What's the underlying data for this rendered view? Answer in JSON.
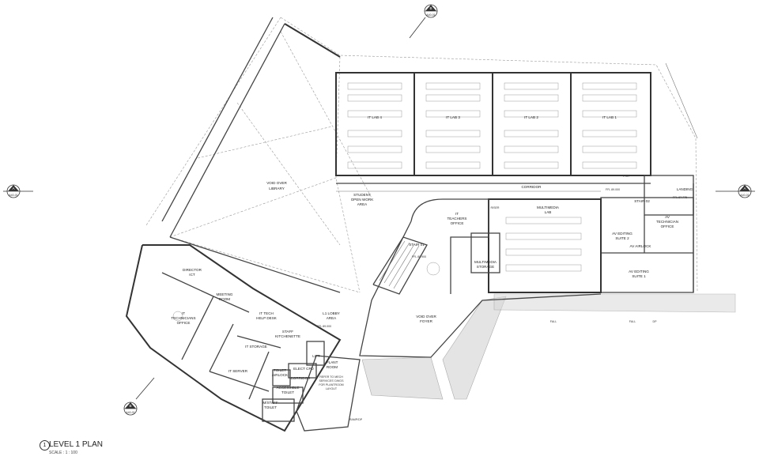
{
  "drawing": {
    "title": "LEVEL 1 PLAN",
    "scale": "SCALE : 1 : 100",
    "view_number": "1"
  },
  "section_markers": {
    "a_left": {
      "letter": "A",
      "sheet": "A40-01"
    },
    "a_right": {
      "letter": "A",
      "sheet": "A40-01"
    },
    "b_top": {
      "letter": "B",
      "sheet": "A40-01"
    },
    "b_bottom": {
      "letter": "B",
      "sheet": "A40-01"
    }
  },
  "rooms": {
    "it_lab_4": "IT LAB 4",
    "it_lab_3": "IT LAB 3",
    "it_lab_2": "IT LAB 2",
    "it_lab_1": "IT LAB 1",
    "corridor_top": "CORRIDOR",
    "void_library_1": "VOID OVER",
    "void_library_2": "LIBRARY",
    "student_1": "STUDENT",
    "student_2": "OPEN WORK",
    "student_3": "AREA",
    "it_teachers_1": "IT",
    "it_teachers_2": "TEACHERS",
    "it_teachers_3": "OFFICE",
    "riser": "RISER",
    "multimedia_lab_1": "MULTIMEDIA",
    "multimedia_lab_2": "LAB",
    "multimedia_storage_1": "MULTIMEDIA",
    "multimedia_storage_2": "STORAGE",
    "stair_01": "STAIR 01",
    "ffl_stair": "FFL 88.900",
    "ffl_corridor": "FFL 89.000",
    "ffl_landing": "FFL 87.775",
    "fhr": "FHR",
    "landing": "LANDING",
    "stair_02": "STAIR 02",
    "av_tech_1": "AV",
    "av_tech_2": "TECHNICIAN",
    "av_tech_3": "OFFICE",
    "av_suite2_1": "AV EDITING",
    "av_suite2_2": "SUITE 2",
    "av_airlock": "AV AIRLOCK",
    "av_suite1_1": "AV EDITING",
    "av_suite1_2": "SUITE 1",
    "director_1": "DIRECTOR",
    "director_2": "ICT",
    "meeting_1": "MEETING",
    "meeting_2": "ROOM",
    "it_tech_1": "IT",
    "it_tech_2": "TECHNICIANS",
    "it_tech_3": "OFFICE",
    "help_desk_1": "IT TECH",
    "help_desk_2": "HELP DESK",
    "lobby_1": "L1 LOBBY",
    "lobby_2": "AREA",
    "ffl_lobby": "FFL 89.000",
    "staff_kitchen_1": "STAFF",
    "staff_kitchen_2": "KITCHENETTE",
    "void_foyer_1": "VOID OVER",
    "void_foyer_2": "FOYER",
    "it_storage": "IT STORAGE",
    "it_server": "IT SERVER",
    "lift": "LIFT",
    "elect_cpd": "ELECT CPD",
    "corridor_small": "CORRIDOR",
    "toilet_airlock_1": "TOILET",
    "toilet_airlock_2": "AIRLOCK",
    "plant_1": "PLANT",
    "plant_2": "ROOM",
    "accessible_1": "ACCESSIBLE",
    "accessible_2": "TOILET",
    "staff_toilet_1": "M/STAFF",
    "staff_toilet_2": "TOILET",
    "plant_note_1": "REFER TO MECH",
    "plant_note_2": "SERVICES' DWGS",
    "plant_note_3": "FOR PLANTROOM",
    "plant_note_4": "LAYOUT",
    "ramp": "RAMP/DP"
  },
  "annotations": {
    "fall_1": "FALL",
    "fall_2": "FALL",
    "dp": "DP"
  }
}
